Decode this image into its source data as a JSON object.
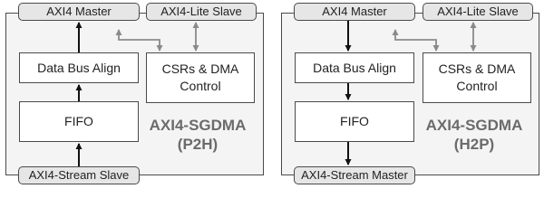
{
  "diagrams": [
    {
      "axi4_master": "AXI4 Master",
      "axi4_lite_slave": "AXI4-Lite Slave",
      "data_bus_align": "Data Bus Align",
      "csrs_line1": "CSRs & DMA",
      "csrs_line2": "Control",
      "fifo": "FIFO",
      "title_line1": "AXI4-SGDMA",
      "title_line2": "(P2H)",
      "stream_port": "AXI4-Stream Slave"
    },
    {
      "axi4_master": "AXI4 Master",
      "axi4_lite_slave": "AXI4-Lite Slave",
      "data_bus_align": "Data Bus Align",
      "csrs_line1": "CSRs & DMA",
      "csrs_line2": "Control",
      "fifo": "FIFO",
      "title_line1": "AXI4-SGDMA",
      "title_line2": "(H2P)",
      "stream_port": "AXI4-Stream Master"
    }
  ]
}
